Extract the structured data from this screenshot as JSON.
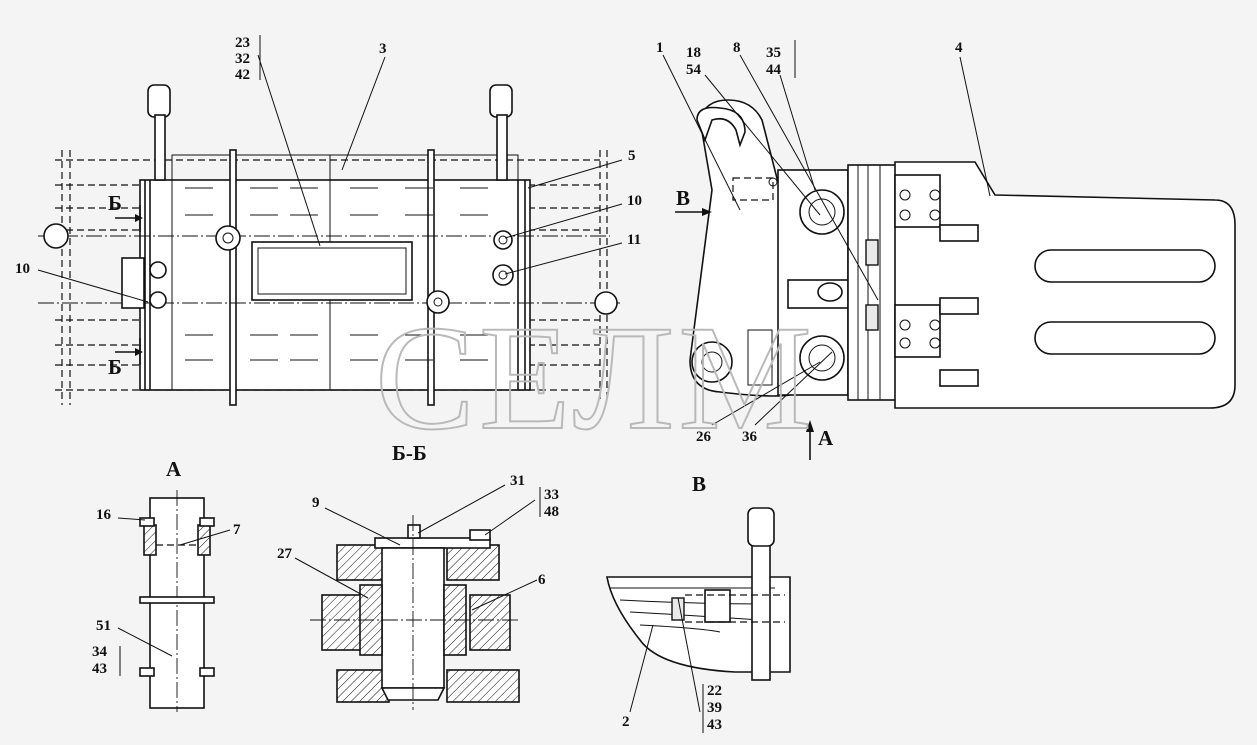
{
  "watermark": "СЕЛМ",
  "views": {
    "section_bb": "Б-Б",
    "view_a": "А",
    "view_v": "В"
  },
  "arrows": {
    "b_top": "Б",
    "b_bottom": "Б",
    "v_main": "В",
    "a_main": "А"
  },
  "callouts": {
    "c1": "1",
    "c2": "2",
    "c3": "3",
    "c4": "4",
    "c5": "5",
    "c6": "6",
    "c7": "7",
    "c8": "8",
    "c9": "9",
    "c10a": "10",
    "c10b": "10",
    "c11": "11",
    "c16": "16",
    "c18": "18",
    "c54": "54",
    "c23": "23",
    "c32": "32",
    "c42": "42",
    "c26": "26",
    "c36": "36",
    "c27": "27",
    "c31": "31",
    "c33": "33",
    "c48": "48",
    "c34": "34",
    "c43a": "43",
    "c35": "35",
    "c44": "44",
    "c51": "51",
    "c22": "22",
    "c39": "39",
    "c43b": "43"
  }
}
